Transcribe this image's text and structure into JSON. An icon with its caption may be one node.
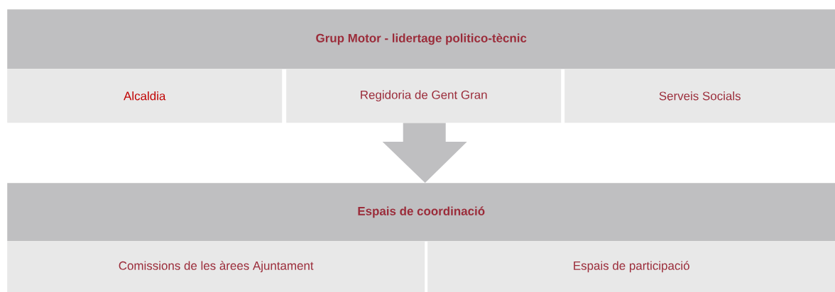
{
  "diagram": {
    "nodes": [
      {
        "text": [
          "**Grup Motor - lidertage politico-tècnic**"
        ]
      },
      {
        "text": [
          "Alcaldia"
        ]
      },
      {
        "text": [
          "Regidoria de Gent Gran"
        ]
      },
      {
        "text": [
          "Serveis Socials"
        ]
      },
      {
        "text": [
          "**Espais de coordinació**"
        ]
      },
      {
        "text": [
          "Comissions de les àrees Ajuntament"
        ]
      },
      {
        "text": [
          "Espais de participació"
        ]
      }
    ],
    "edges": [
      {
        "from": 2,
        "to": 4,
        "arrow": "to"
      }
    ]
  }
}
